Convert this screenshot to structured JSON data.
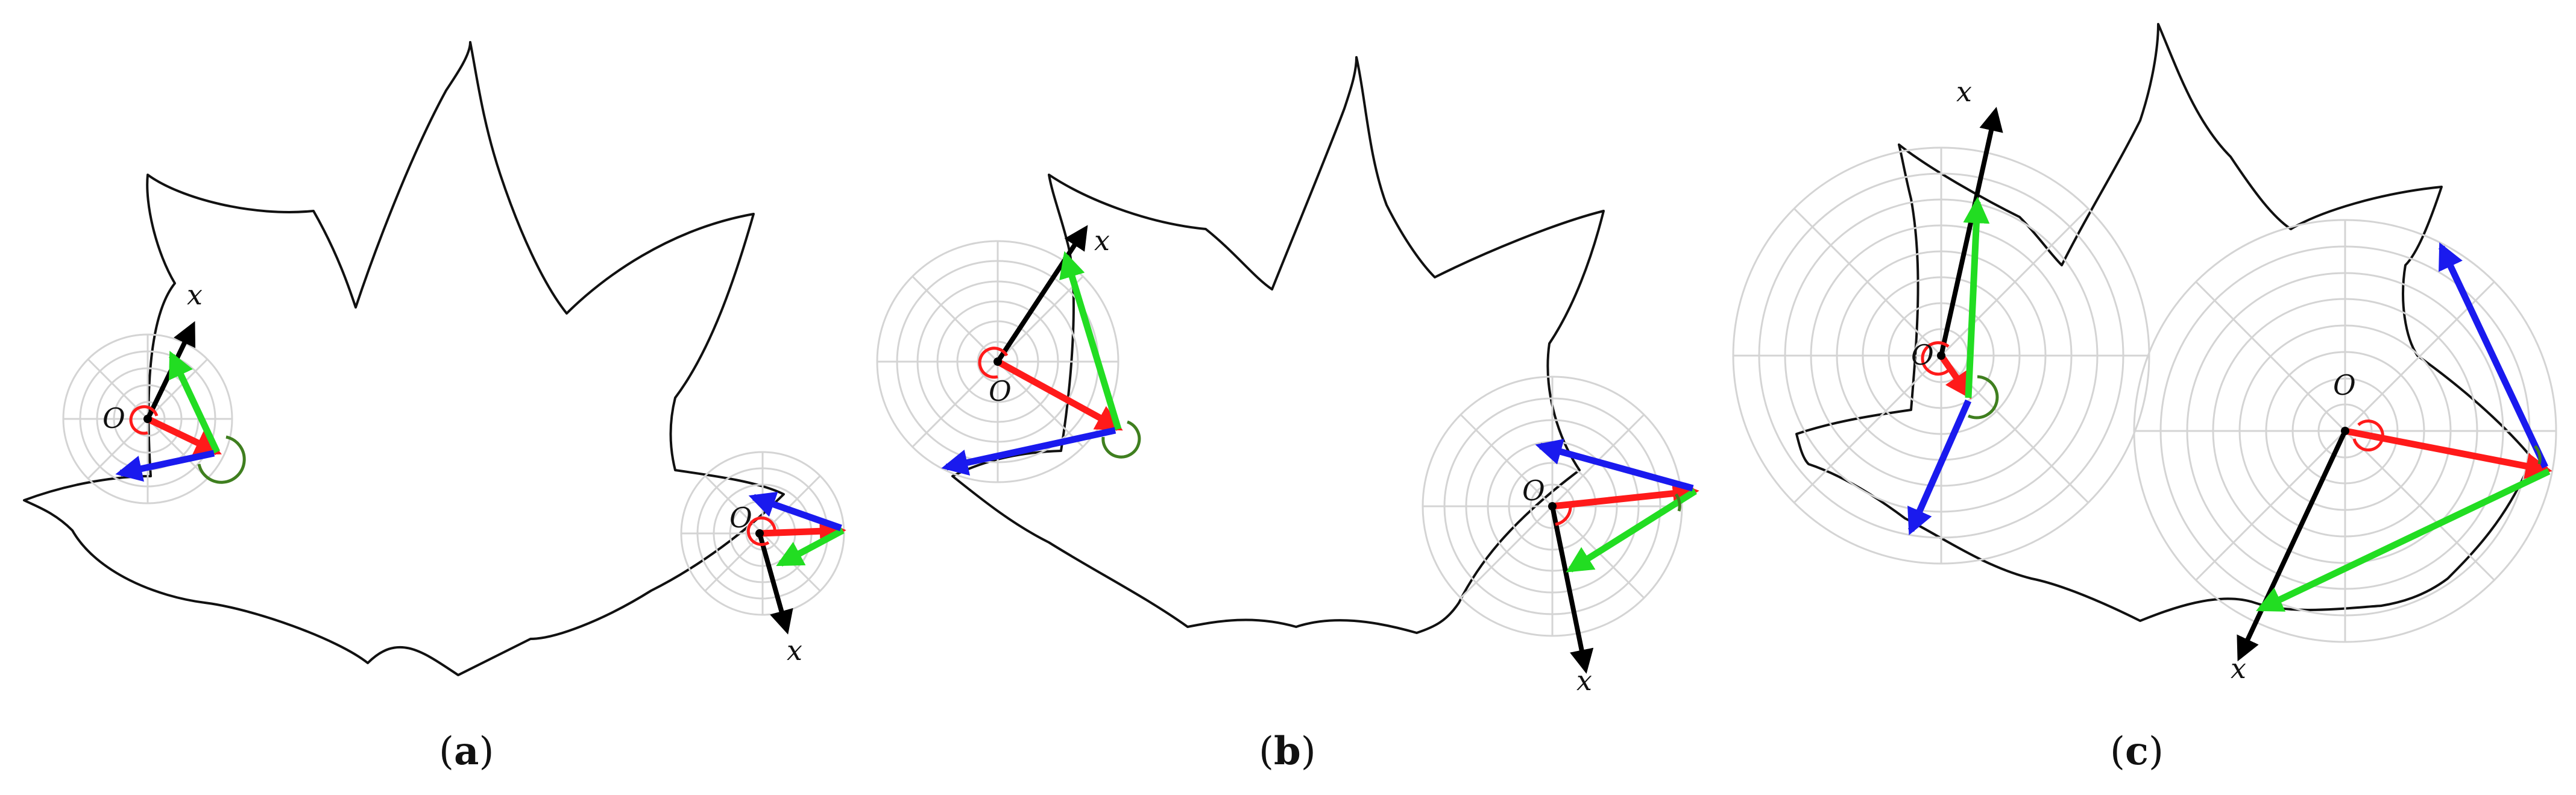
{
  "colors": {
    "outline": "#111111",
    "grid": "#d4d4d4",
    "axis": "#000000",
    "red": "#ff1a1a",
    "green": "#22dd22",
    "blue": "#1a1aee",
    "arc_dark_green": "#3f7f1f"
  },
  "panels": [
    {
      "caption": {
        "open": "(",
        "letter": "a",
        "close": ")"
      },
      "labels": {
        "origin_1": "O",
        "axis_1": "x",
        "origin_2": "O",
        "axis_2": "x"
      }
    },
    {
      "caption": {
        "open": "(",
        "letter": "b",
        "close": ")"
      },
      "labels": {
        "origin_1": "O",
        "axis_1": "x",
        "origin_2": "O",
        "axis_2": "x"
      }
    },
    {
      "caption": {
        "open": "(",
        "letter": "c",
        "close": ")"
      },
      "labels": {
        "origin_1": "O",
        "axis_1": "x",
        "origin_2": "O",
        "axis_2": "x"
      }
    }
  ]
}
